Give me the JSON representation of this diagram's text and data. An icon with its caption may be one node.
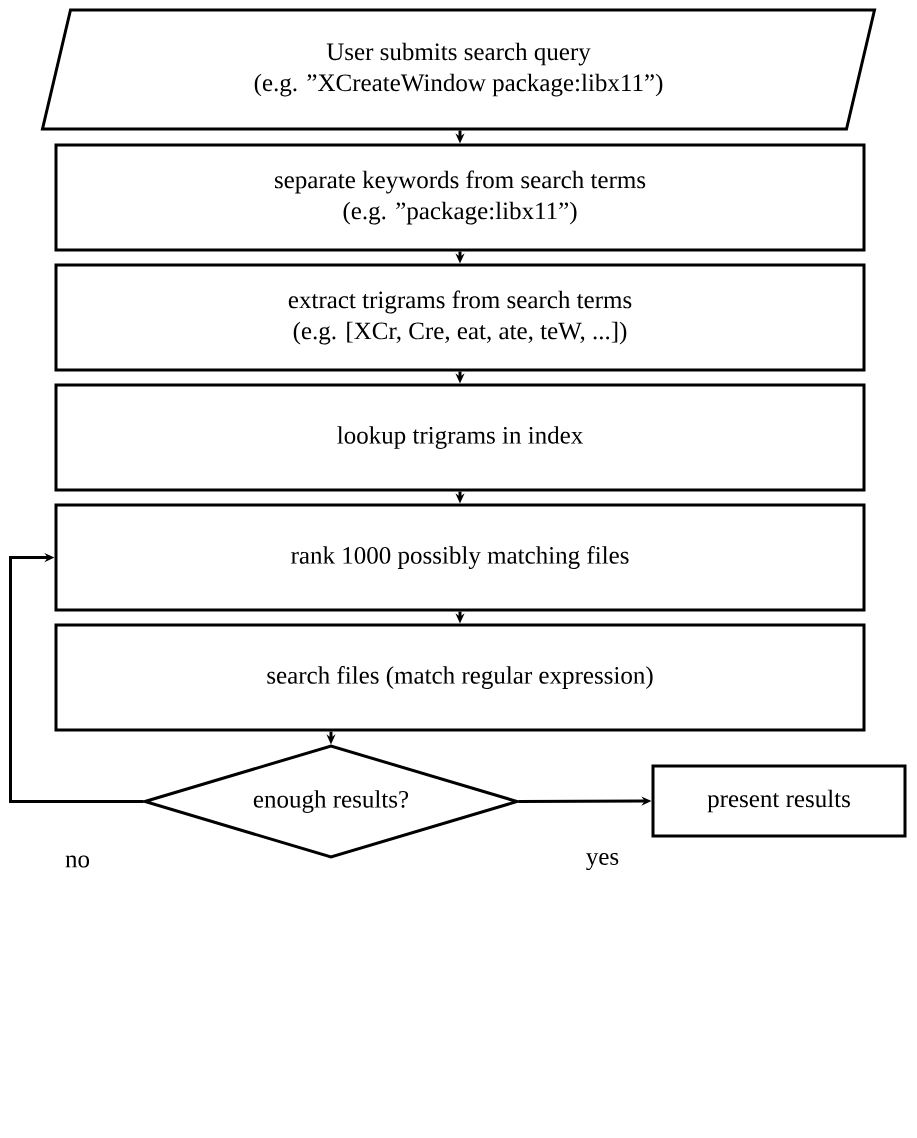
{
  "diagram": {
    "nodes": [
      {
        "text": [
          "User submits search query",
          "(e.g. ”XCreateWindow package:libx11”)"
        ]
      },
      {
        "text": [
          "separate keywords from search terms",
          "(e.g. ”package:libx11”)"
        ]
      },
      {
        "text": [
          "extract trigrams from search terms",
          "(e.g. [XCr, Cre, eat, ate, teW, ...])"
        ]
      },
      {
        "text": [
          "lookup trigrams in index"
        ]
      },
      {
        "text": [
          "rank 1000 possibly matching files"
        ]
      },
      {
        "text": [
          "search files (match regular expression)"
        ]
      },
      {
        "text": [
          "enough results?"
        ]
      },
      {
        "text": [
          "present results"
        ]
      }
    ],
    "edges": [
      {
        "from": 0,
        "to": 1,
        "arrow": "to"
      },
      {
        "from": 1,
        "to": 2,
        "arrow": "to"
      },
      {
        "from": 2,
        "to": 3,
        "arrow": "to"
      },
      {
        "from": 3,
        "to": 4,
        "arrow": "to"
      },
      {
        "from": 4,
        "to": 5,
        "arrow": "to"
      },
      {
        "from": 5,
        "to": 6,
        "arrow": "to"
      },
      {
        "from": 6,
        "to": 4,
        "arrow": "to",
        "label": "no"
      },
      {
        "from": 6,
        "to": 7,
        "arrow": "to",
        "label": "yes"
      }
    ]
  }
}
